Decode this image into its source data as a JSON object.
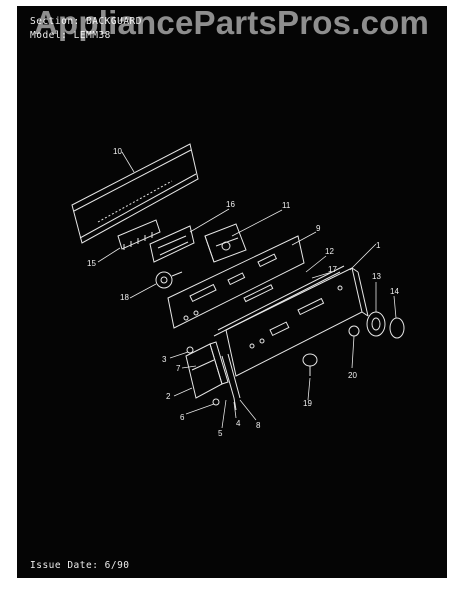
{
  "header": {
    "section_label": "Section:",
    "section_value": "BACKGUARD",
    "model_label": "Model:",
    "model_value": "LEMM38"
  },
  "watermark": "AppliancePartsPros.com",
  "footer": {
    "issue_date": "Issue Date: 6/90"
  },
  "colors": {
    "background": "#050505",
    "linework": "#e8e8e8",
    "page": "#ffffff"
  },
  "callouts": [
    "1",
    "2",
    "3",
    "4",
    "5",
    "6",
    "7",
    "8",
    "9",
    "10",
    "11",
    "12",
    "13",
    "14",
    "15",
    "16",
    "17",
    "18",
    "19",
    "20"
  ]
}
